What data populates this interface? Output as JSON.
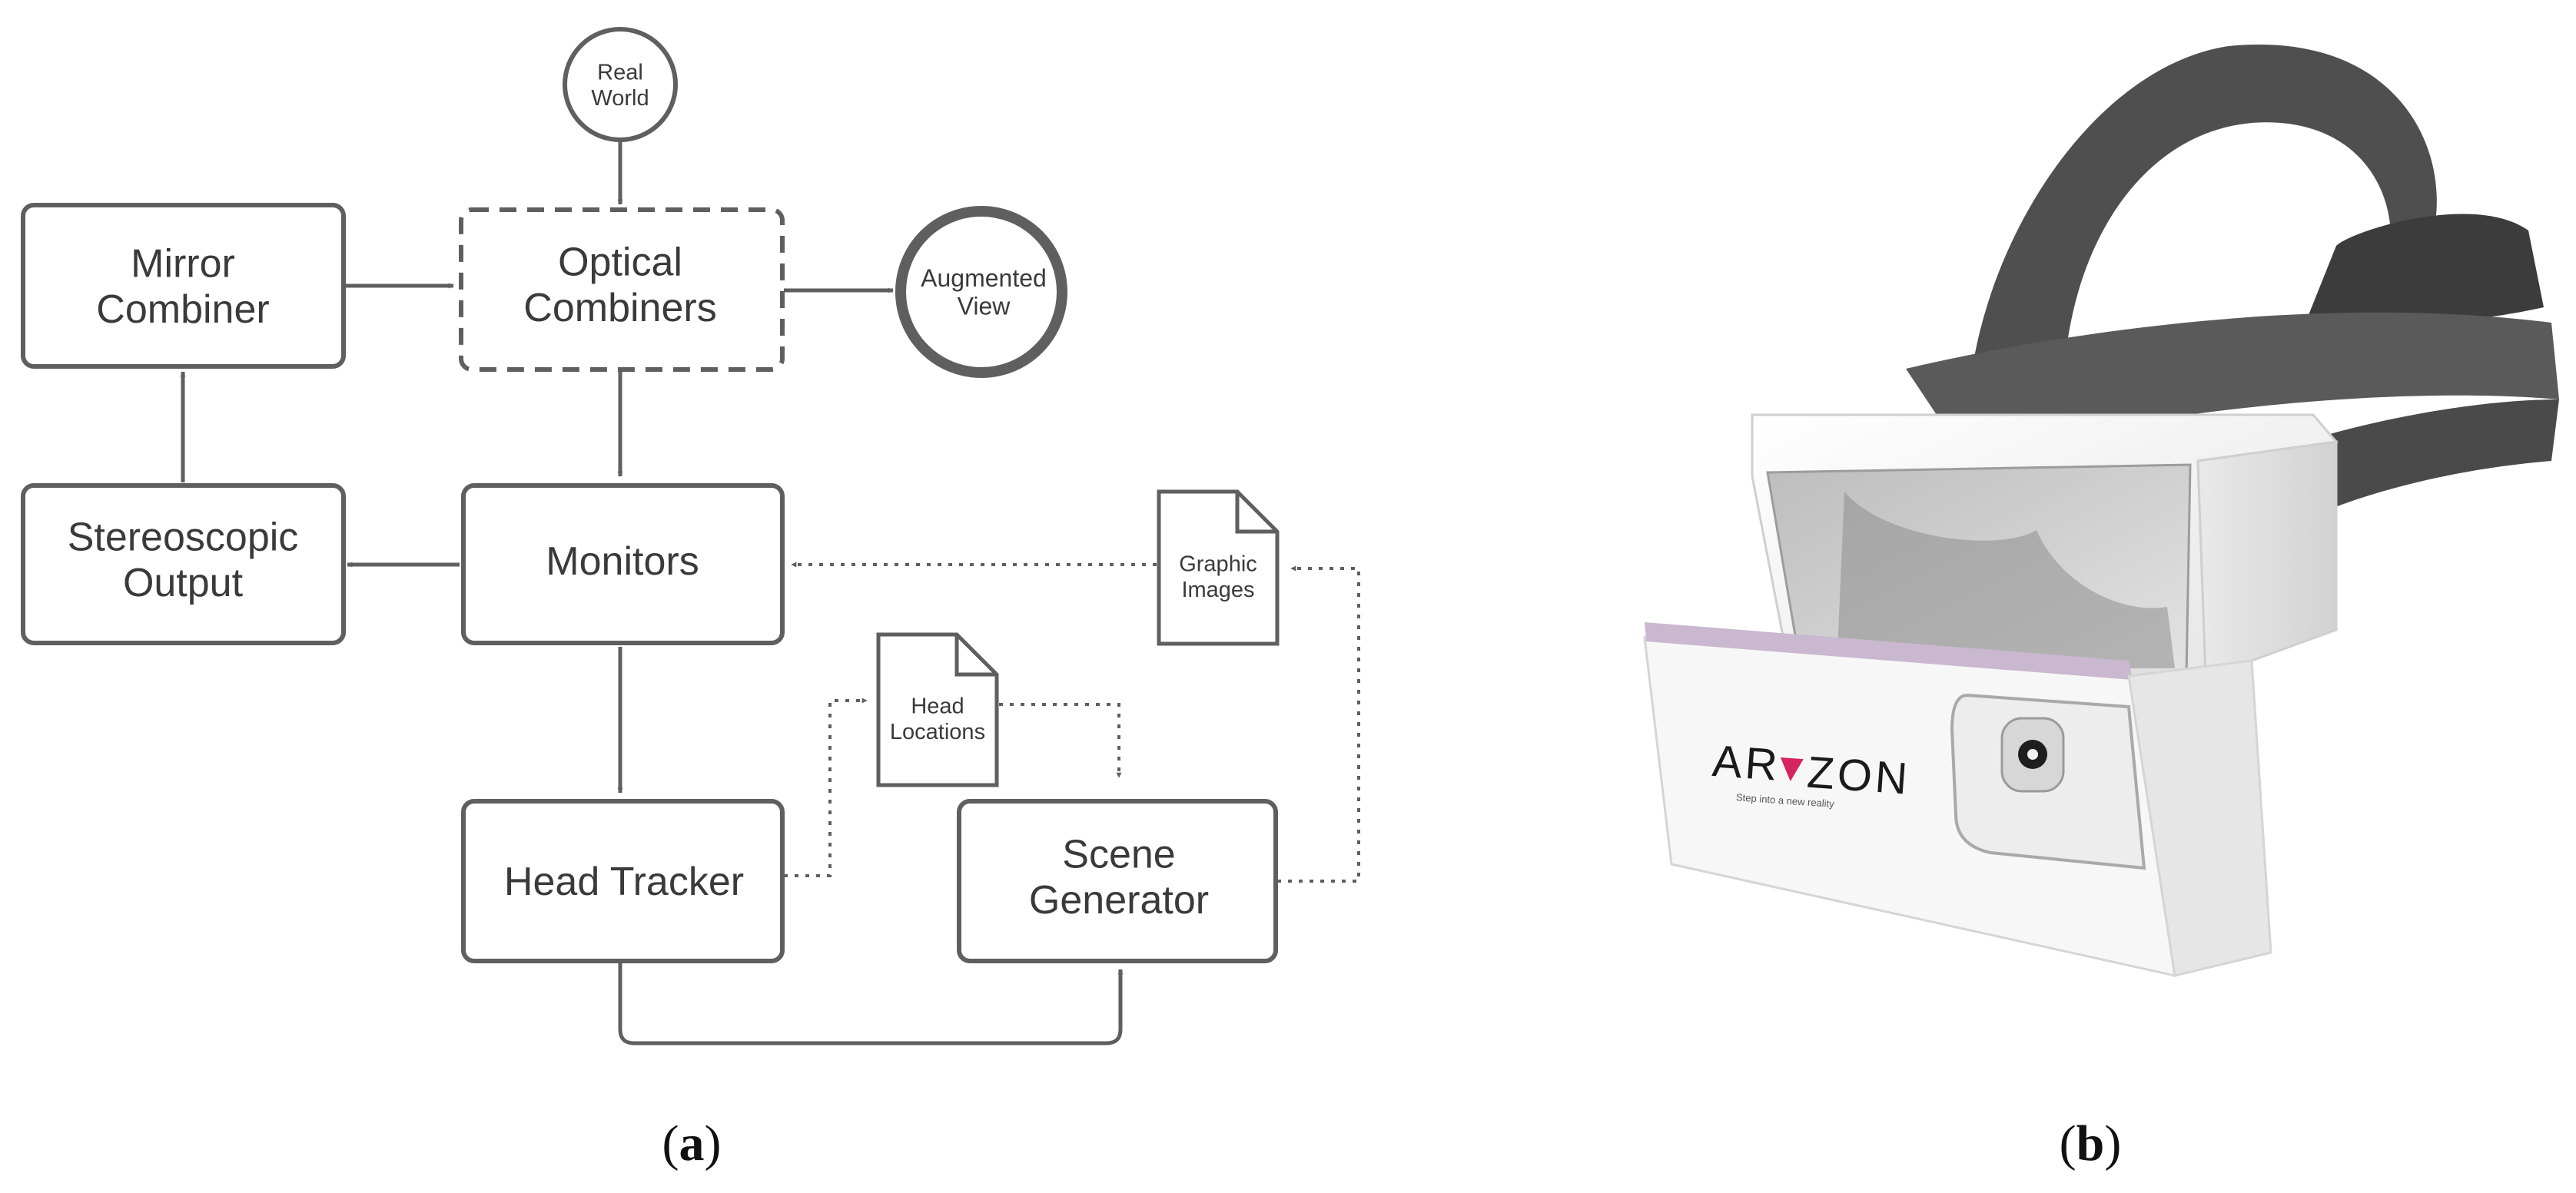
{
  "diagram": {
    "nodes": {
      "real_world": "Real\nWorld",
      "mirror_combiner": "Mirror\nCombiner",
      "optical_combiners": "Optical\nCombiners",
      "augmented_view": "Augmented\nView",
      "stereoscopic_output": "Stereoscopic\nOutput",
      "monitors": "Monitors",
      "graphic_images": "Graphic\nImages",
      "head_locations": "Head\nLocations",
      "head_tracker": "Head Tracker",
      "scene_generator": "Scene\nGenerator"
    }
  },
  "captions": {
    "a": "a",
    "b": "b"
  },
  "headset": {
    "logo_left": "AR",
    "logo_right": "ZON",
    "tagline": "Step into a new reality"
  },
  "colors": {
    "stroke": "#5f5f5f",
    "text": "#3a3a3a",
    "logo_accent": "#d6245e",
    "strap": "#5a5a5a"
  }
}
